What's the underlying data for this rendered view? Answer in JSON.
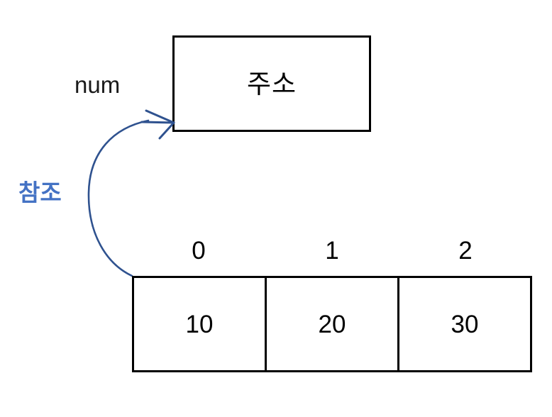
{
  "diagram": {
    "title": "reference-to-array-diagram",
    "colors": {
      "stroke": "#000000",
      "arrow": "#2f528f",
      "reference_label": "#4472c4",
      "background": "#ffffff"
    }
  },
  "variable": {
    "name_label": "num"
  },
  "address_box": {
    "label": "주소"
  },
  "reference": {
    "label": "참조",
    "arrow_icon": "curved-arrow-icon",
    "from": "array-start",
    "to": "address-box"
  },
  "array": {
    "indices": [
      "0",
      "1",
      "2"
    ],
    "values": [
      "10",
      "20",
      "30"
    ]
  }
}
